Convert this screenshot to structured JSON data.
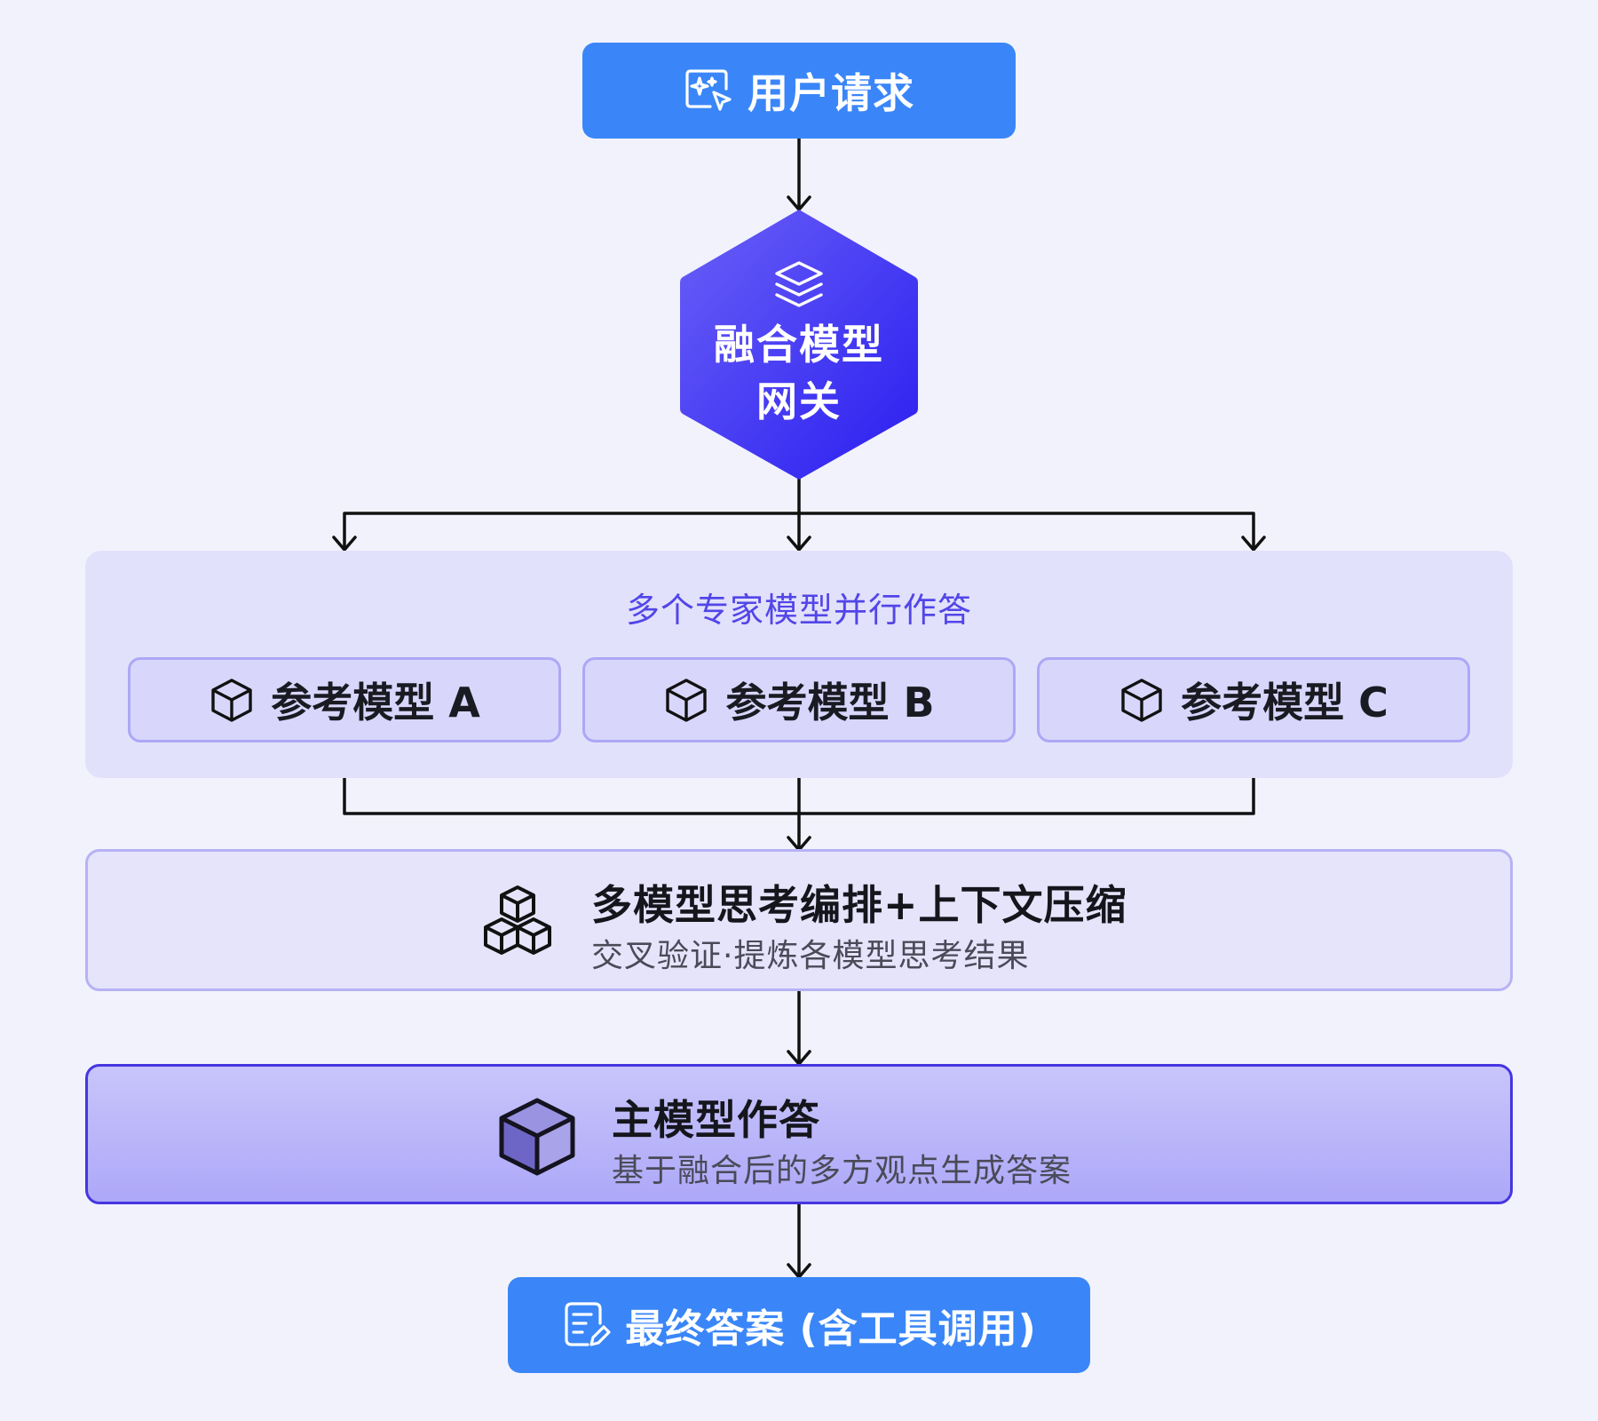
{
  "nodes": {
    "user_request": "用户请求",
    "gateway_line1": "融合模型",
    "gateway_line2": "网关",
    "parallel_title": "多个专家模型并行作答",
    "ref_a": "参考模型 A",
    "ref_b": "参考模型 B",
    "ref_c": "参考模型 C",
    "orchestration_title": "多模型思考编排+上下文压缩",
    "orchestration_sub": "交叉验证·提炼各模型思考结果",
    "main_title": "主模型作答",
    "main_sub": "基于融合后的多方观点生成答案",
    "final_answer": "最终答案 (含工具调用)"
  },
  "icons": {
    "user_request": "sparkle-cursor-icon",
    "gateway": "layers-icon",
    "ref_models": "cube-icon",
    "orchestration": "stacked-cubes-icon",
    "main_model": "filled-cube-icon",
    "final_answer": "document-edit-icon"
  },
  "colors": {
    "background": "#f2f2fc",
    "blue": "#3a86f8",
    "gateway_gradient_start": "#5d55f6",
    "gateway_gradient_end": "#2b1ff0",
    "parallel_title": "#5246e8",
    "main_border": "#4636e0"
  }
}
